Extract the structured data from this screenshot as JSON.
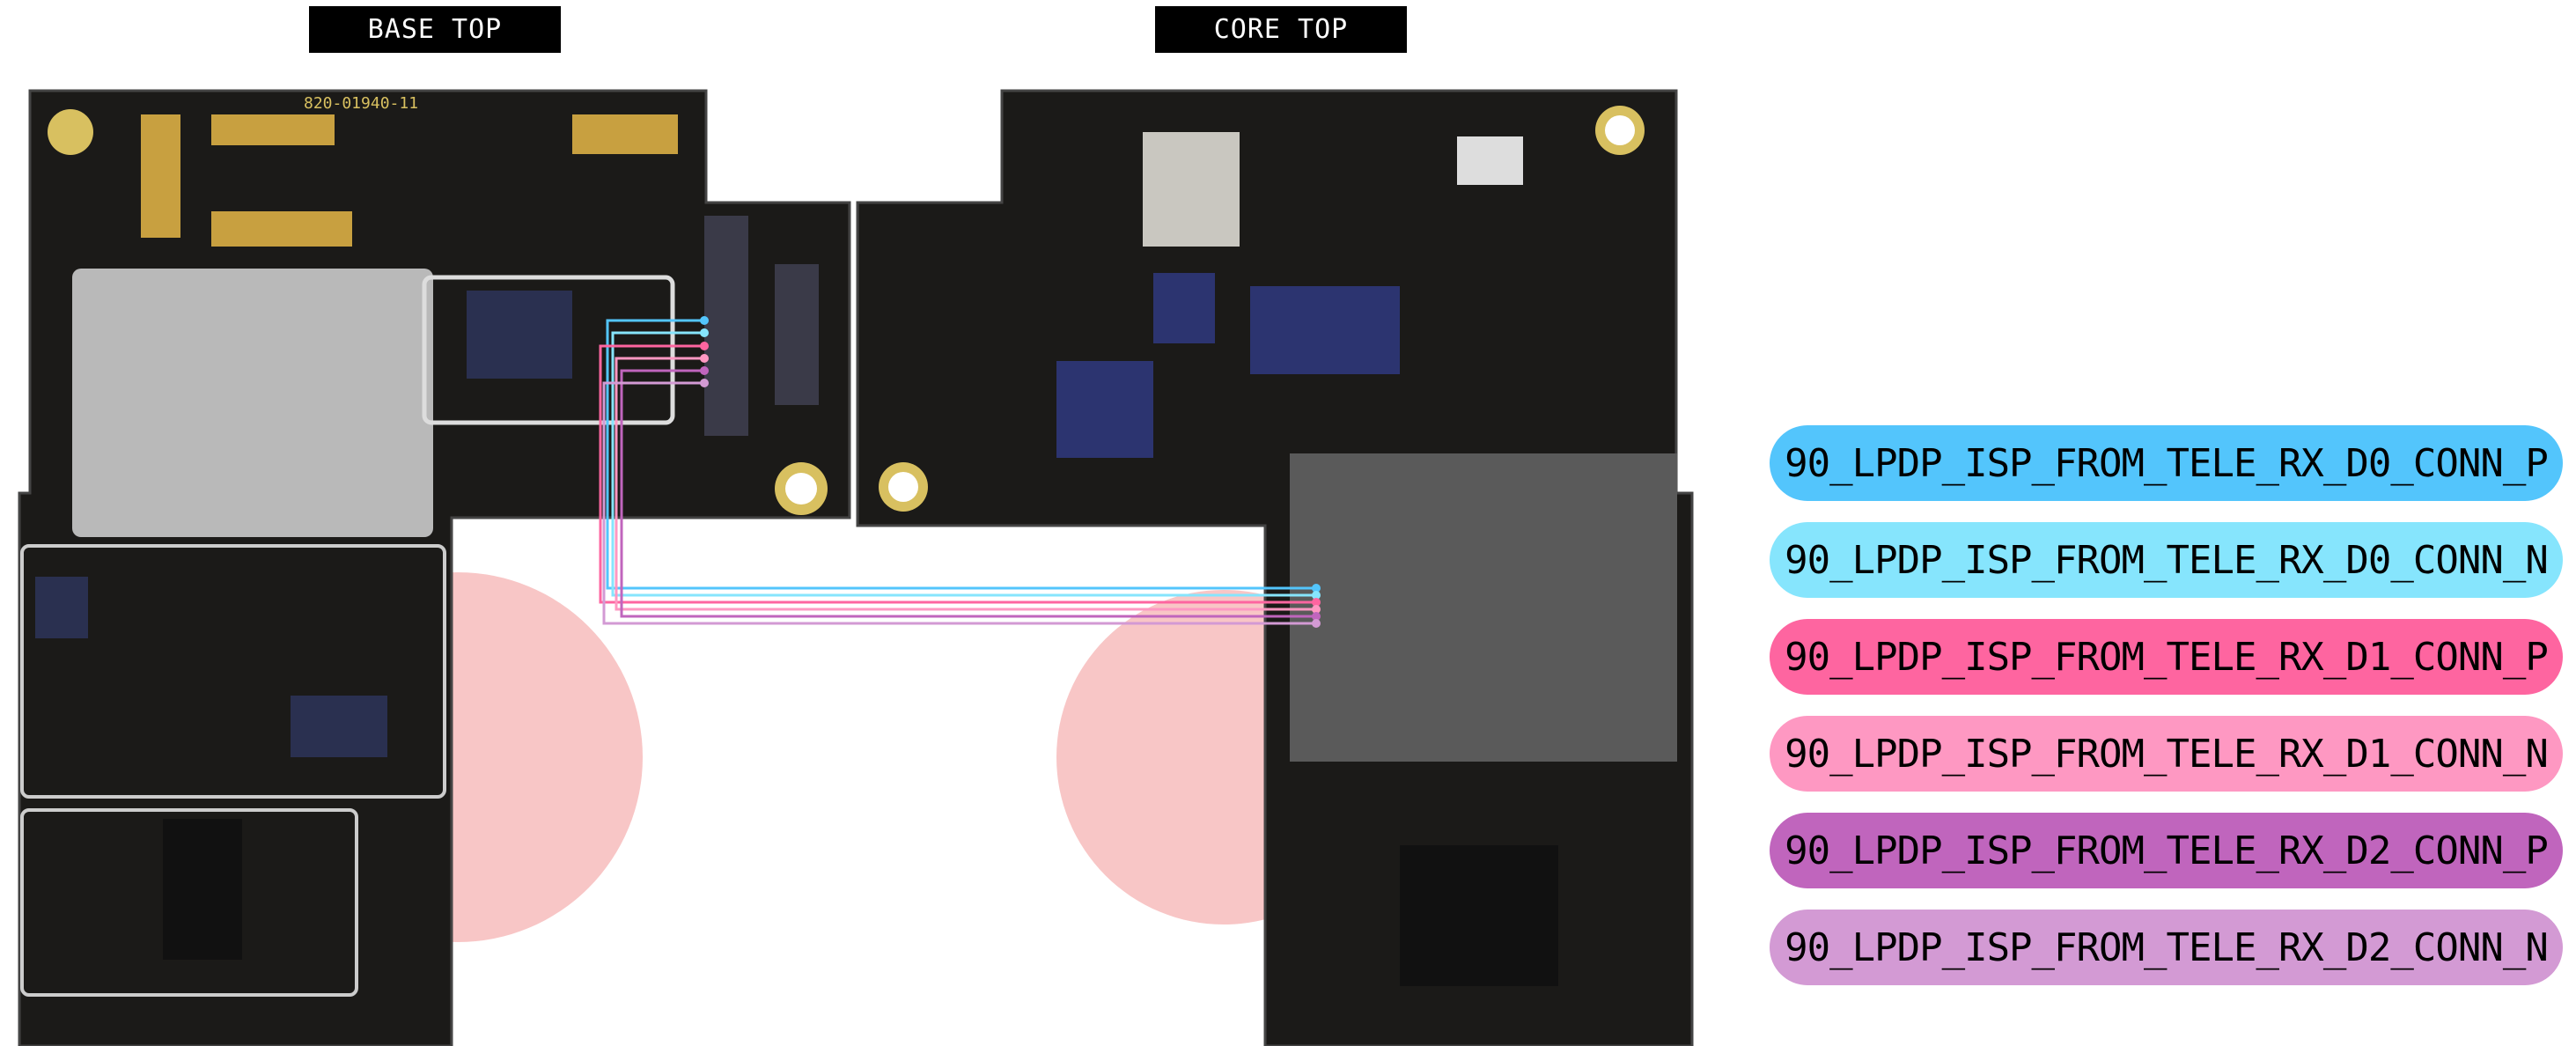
{
  "labels": {
    "base": "BASE TOP",
    "core": "CORE TOP",
    "board_part_number": "820-01940-11"
  },
  "signals": [
    {
      "name": "90_LPDP_ISP_FROM_TELE_RX_D0_CONN_P",
      "color": "#53c5fc"
    },
    {
      "name": "90_LPDP_ISP_FROM_TELE_RX_D0_CONN_N",
      "color": "#86e5fd"
    },
    {
      "name": "90_LPDP_ISP_FROM_TELE_RX_D1_CONN_P",
      "color": "#fe65a0"
    },
    {
      "name": "90_LPDP_ISP_FROM_TELE_RX_D1_CONN_N",
      "color": "#fe98c2"
    },
    {
      "name": "90_LPDP_ISP_FROM_TELE_RX_D2_CONN_P",
      "color": "#c065bd"
    },
    {
      "name": "90_LPDP_ISP_FROM_TELE_RX_D2_CONN_N",
      "color": "#d39ad4"
    }
  ]
}
